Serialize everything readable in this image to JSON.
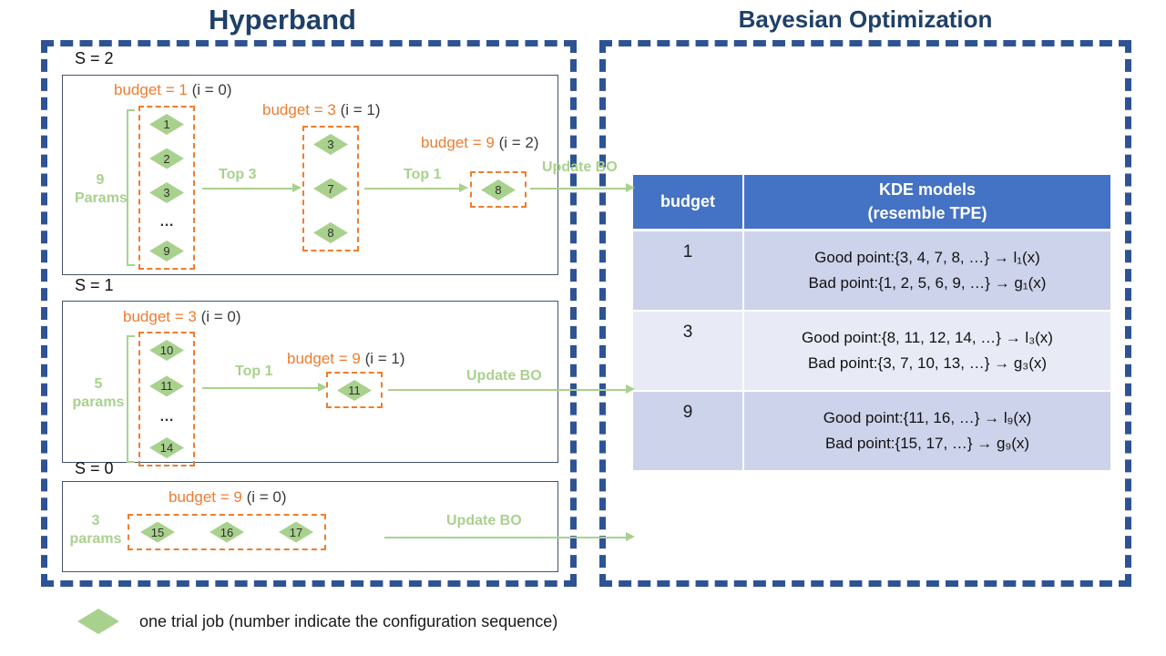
{
  "titles": {
    "left": "Hyperband",
    "right": "Bayesian Optimization"
  },
  "colors": {
    "frame_blue": "#2E5395",
    "title_blue": "#1F4068",
    "orange": "#ED7D31",
    "green": "#A9D18E",
    "table_header": "#4472C4",
    "row_dark": "#CDD3EA",
    "row_light": "#E8EBF5"
  },
  "hyperband": {
    "s2": {
      "label": "S = 2",
      "params": "9\nParams",
      "stage0": {
        "budget": "budget = 1",
        "iter": "(i = 0)",
        "d1": "1",
        "d2": "2",
        "d3": "3",
        "dots": "…",
        "d4": "9"
      },
      "top3": "Top 3",
      "stage1": {
        "budget": "budget = 3",
        "iter": "(i = 1)",
        "d1": "3",
        "d2": "7",
        "d3": "8"
      },
      "top1": "Top 1",
      "stage2": {
        "budget": "budget = 9",
        "iter": "(i = 2)",
        "d1": "8"
      },
      "update": "Update BO"
    },
    "s1": {
      "label": "S = 1",
      "params": "5\nparams",
      "stage0": {
        "budget": "budget = 3",
        "iter": "(i = 0)",
        "d1": "10",
        "d2": "11",
        "dots": "…",
        "d3": "14"
      },
      "top1": "Top 1",
      "stage1": {
        "budget": "budget = 9",
        "iter": "(i = 1)",
        "d1": "11"
      },
      "update": "Update BO"
    },
    "s0": {
      "label": "S = 0",
      "params": "3\nparams",
      "stage0": {
        "budget": "budget = 9",
        "iter": "(i = 0)",
        "d1": "15",
        "d2": "16",
        "d3": "17"
      },
      "update": "Update BO"
    }
  },
  "table": {
    "header_budget": "budget",
    "header_kde_line1": "KDE models",
    "header_kde_line2": "(resemble TPE)",
    "rows": [
      {
        "budget": "1",
        "good": "Good point:{3, 4, 7, 8, …} → l₁(x)",
        "bad": "Bad point:{1, 2, 5, 6, 9, …} → g₁(x)"
      },
      {
        "budget": "3",
        "good": "Good point:{8, 11, 12, 14, …} → l₃(x)",
        "bad": "Bad point:{3, 7, 10, 13, …} → g₃(x)"
      },
      {
        "budget": "9",
        "good": "Good point:{11, 16, …} → l₉(x)",
        "bad": "Bad point:{15, 17, …} → g₉(x)"
      }
    ]
  },
  "legend": {
    "text": "one trial job (number indicate the configuration sequence)"
  }
}
